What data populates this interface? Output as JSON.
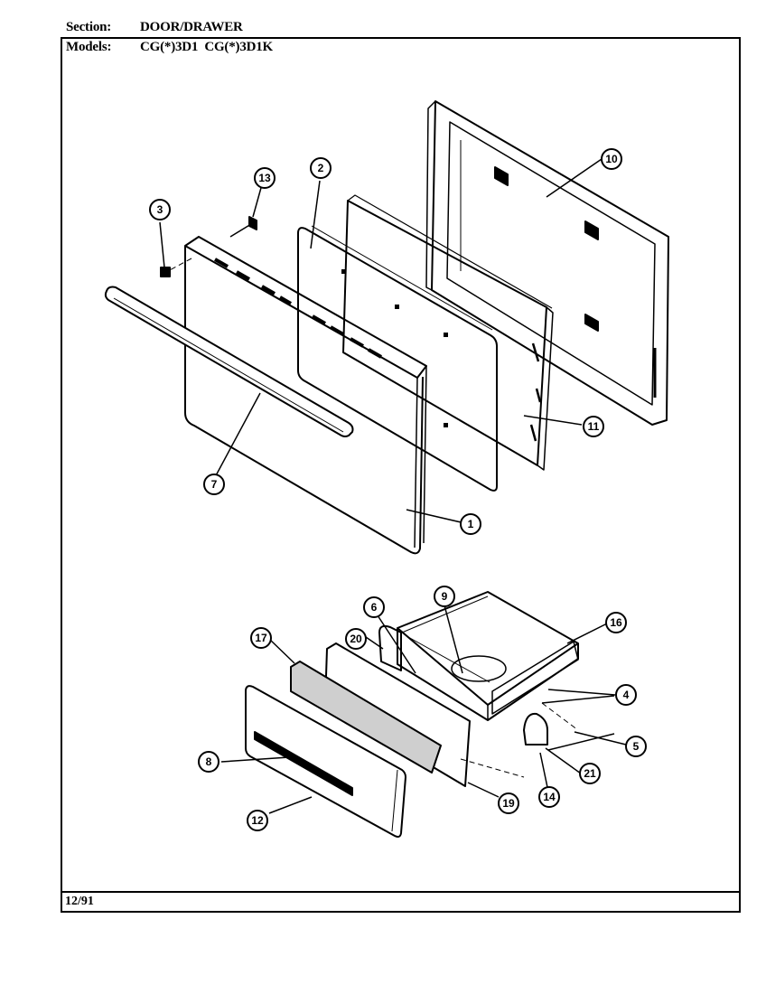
{
  "header": {
    "section_label": "Section:",
    "section_value": "DOOR/DRAWER",
    "models_label": "Models:",
    "models_value": "CG(*)3D1  CG(*)3D1K"
  },
  "footer": {
    "date": "12/91"
  },
  "callouts": [
    {
      "id": "c1",
      "label": "1"
    },
    {
      "id": "c2",
      "label": "2"
    },
    {
      "id": "c3",
      "label": "3"
    },
    {
      "id": "c4",
      "label": "4"
    },
    {
      "id": "c5",
      "label": "5"
    },
    {
      "id": "c6",
      "label": "6"
    },
    {
      "id": "c7",
      "label": "7"
    },
    {
      "id": "c8",
      "label": "8"
    },
    {
      "id": "c9",
      "label": "9"
    },
    {
      "id": "c10",
      "label": "10"
    },
    {
      "id": "c11",
      "label": "11"
    },
    {
      "id": "c12",
      "label": "12"
    },
    {
      "id": "c13",
      "label": "13"
    },
    {
      "id": "c14",
      "label": "14"
    },
    {
      "id": "c16",
      "label": "16"
    },
    {
      "id": "c17",
      "label": "17"
    },
    {
      "id": "c19",
      "label": "19"
    },
    {
      "id": "c20",
      "label": "20"
    },
    {
      "id": "c21",
      "label": "21"
    }
  ]
}
